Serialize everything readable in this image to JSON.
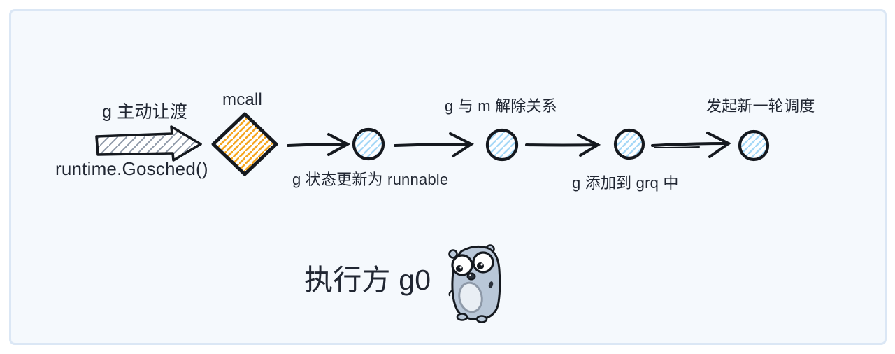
{
  "panel": {
    "background": "#f5f9fd",
    "border_color": "#dbe7f5",
    "outer_background": "#ffffff"
  },
  "colors": {
    "ink": "#212733",
    "shape_stroke": "#15191f",
    "diamond_hatch": "#f6a51d",
    "circle_hatch": "#a5d8f7",
    "block_arrow_hatch": "#8e99a8",
    "gopher_body": "#b9c7d8",
    "gopher_belly": "#e9eef4"
  },
  "labels": {
    "yield": "g 主动让渡",
    "yield_call": "runtime.Gosched()",
    "mcall": "mcall",
    "step_runnable": "g 状态更新为 runnable",
    "step_detach": "g 与 m 解除关系",
    "step_grq": "g 添加到 grq 中",
    "step_resched": "发起新一轮调度",
    "executor": "执行方 g0"
  },
  "flow": {
    "shapes": [
      {
        "name": "yield-block-arrow",
        "type": "block-arrow",
        "hatch": "gray"
      },
      {
        "name": "mcall-diamond",
        "type": "diamond",
        "hatch": "orange"
      },
      {
        "name": "g-node-1",
        "type": "circle",
        "hatch": "blue"
      },
      {
        "name": "g-node-2",
        "type": "circle",
        "hatch": "blue"
      },
      {
        "name": "g-node-3",
        "type": "circle",
        "hatch": "blue"
      },
      {
        "name": "g-node-4",
        "type": "circle",
        "hatch": "blue"
      }
    ],
    "connectors": 4
  },
  "icons": {
    "mascot": "go-gopher-icon"
  }
}
